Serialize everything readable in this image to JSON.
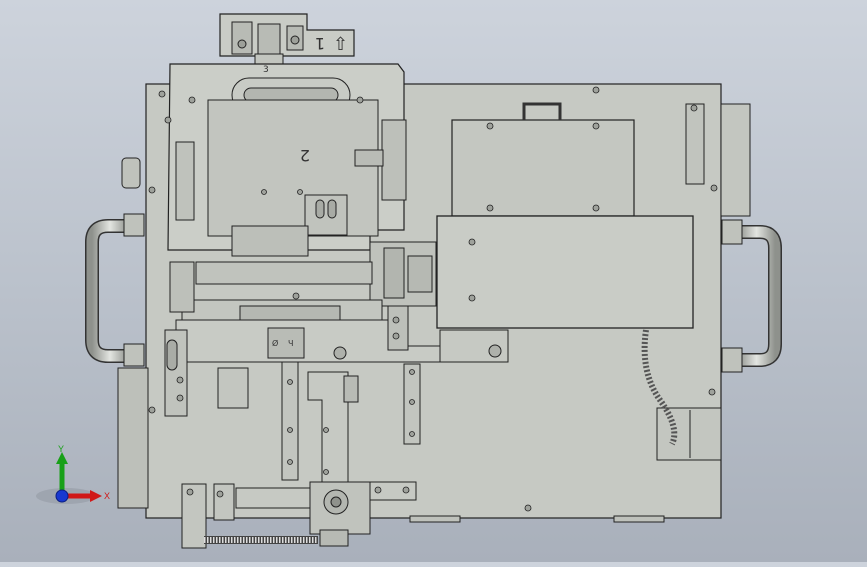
{
  "viewport": {
    "background_top": "#cdd3dc",
    "background_bottom": "#a9b0bb",
    "part_fill": "#c6c9c3",
    "part_fill_dark": "#b4b7b0",
    "edge_color": "#222222"
  },
  "model": {
    "engraving_1": "1",
    "engraving_2": "2",
    "engraving_3": "3",
    "arrow_symbol": "⇧",
    "small_label_a": "Ø",
    "small_label_b": "Ч"
  },
  "triad": {
    "x_label": "X",
    "y_label": "Y",
    "x_color": "#d01818",
    "y_color": "#18a018",
    "z_color": "#1838d0"
  }
}
